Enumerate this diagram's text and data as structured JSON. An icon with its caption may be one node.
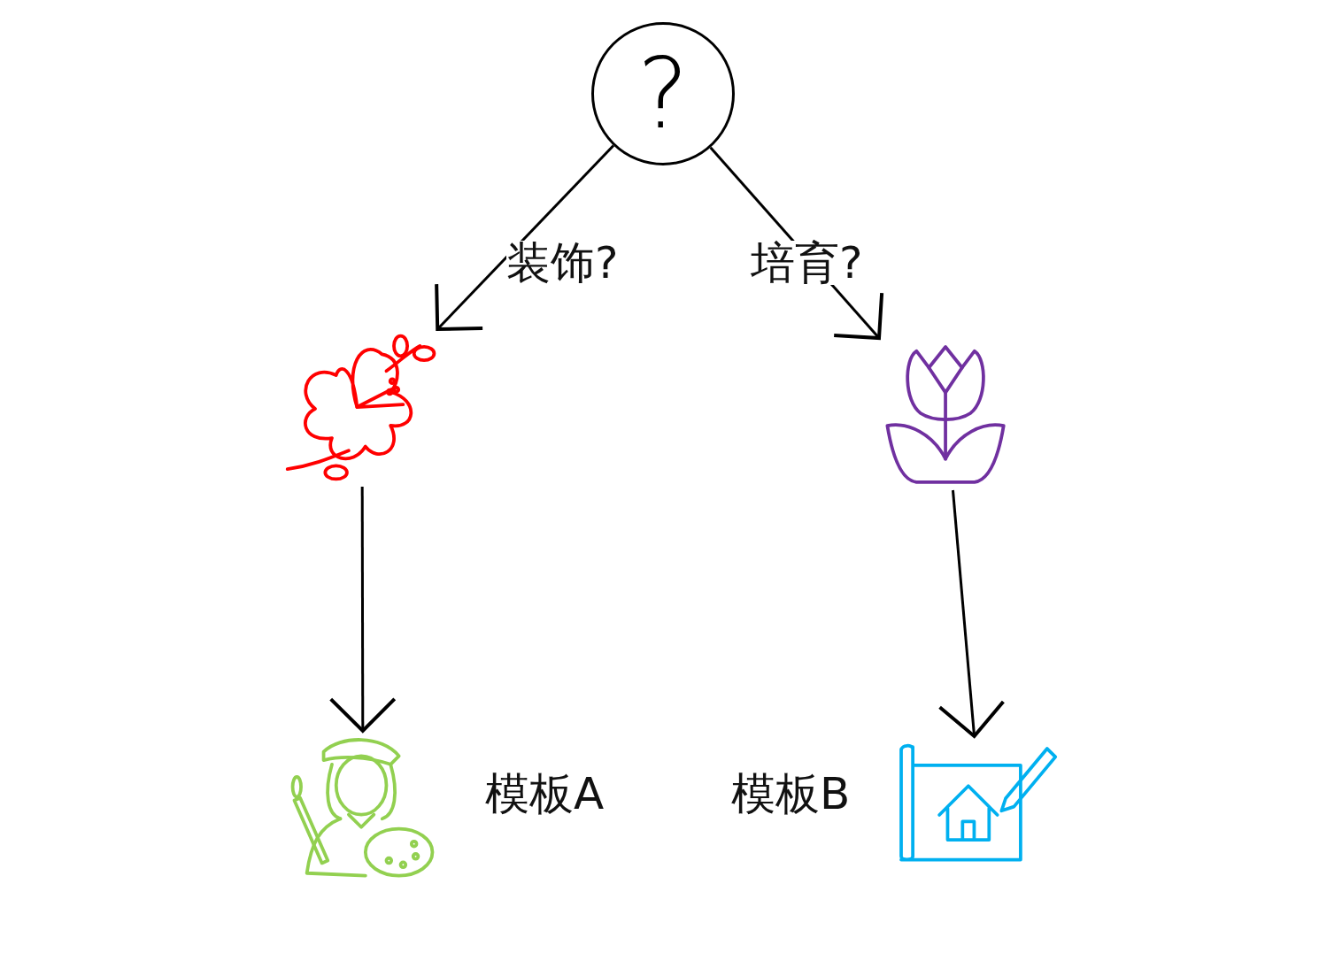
{
  "diagram": {
    "nodes": [
      {
        "text": [
          "?"
        ]
      },
      {
        "text": [],
        "shape": "picture"
      },
      {
        "text": [],
        "shape": "picture"
      },
      {
        "text": [],
        "shape": "picture",
        "beside": [
          "模板A"
        ]
      },
      {
        "text": [],
        "shape": "picture",
        "beside": [
          "模板B"
        ]
      }
    ],
    "edges": [
      {
        "from": 0,
        "to": 1,
        "arrow": "to",
        "label": "装饰?"
      },
      {
        "from": 0,
        "to": 2,
        "arrow": "to",
        "label": "培育?"
      },
      {
        "from": 1,
        "to": 3,
        "arrow": "to"
      },
      {
        "from": 2,
        "to": 4,
        "arrow": "to"
      }
    ]
  }
}
